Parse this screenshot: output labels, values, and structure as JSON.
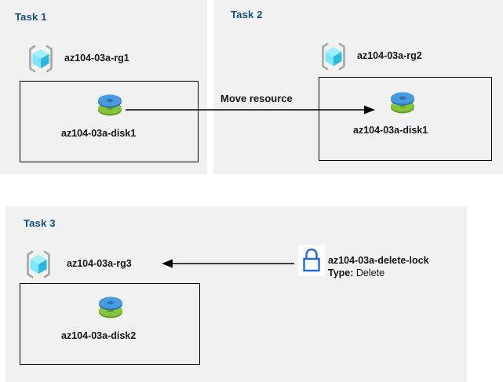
{
  "colors": {
    "panel_background": "#f1f1f1",
    "page_background": "#ffffff",
    "task_title": "#12507e",
    "text": "#161616",
    "box_border": "#000000",
    "lock_blue": "#1f68e0",
    "rg_cube_cyan": "#4fd8f5",
    "rg_bracket_gray": "#a6a6a6",
    "disk_blue": "#3e8fd8",
    "disk_green": "#76bc21",
    "arrow": "#000000"
  },
  "panels": [
    {
      "id": "task1",
      "title": "Task 1",
      "resource_group": {
        "icon": "resource-group-icon",
        "label": "az104-03a-rg1"
      },
      "resource": {
        "icon": "managed-disk-icon",
        "label": "az104-03a-disk1"
      }
    },
    {
      "id": "task2",
      "title": "Task 2",
      "resource_group": {
        "icon": "resource-group-icon",
        "label": "az104-03a-rg2"
      },
      "resource": {
        "icon": "managed-disk-icon",
        "label": "az104-03a-disk1"
      }
    },
    {
      "id": "task3",
      "title": "Task 3",
      "resource_group": {
        "icon": "resource-group-icon",
        "label": "az104-03a-rg3"
      },
      "resource": {
        "icon": "managed-disk-icon",
        "label": "az104-03a-disk2"
      },
      "lock": {
        "icon": "lock-icon",
        "name": "az104-03a-delete-lock",
        "type_key": "Type:",
        "type_value": "Delete"
      }
    }
  ],
  "connectors": [
    {
      "id": "move-resource",
      "label": "Move resource",
      "direction": "left-to-right",
      "from": "az104-03a-disk1 (Task 1)",
      "to": "az104-03a-disk1 (Task 2)"
    },
    {
      "id": "lock-applies-to",
      "label": "",
      "direction": "right-to-left",
      "from": "az104-03a-delete-lock",
      "to": "az104-03a-rg3"
    }
  ]
}
